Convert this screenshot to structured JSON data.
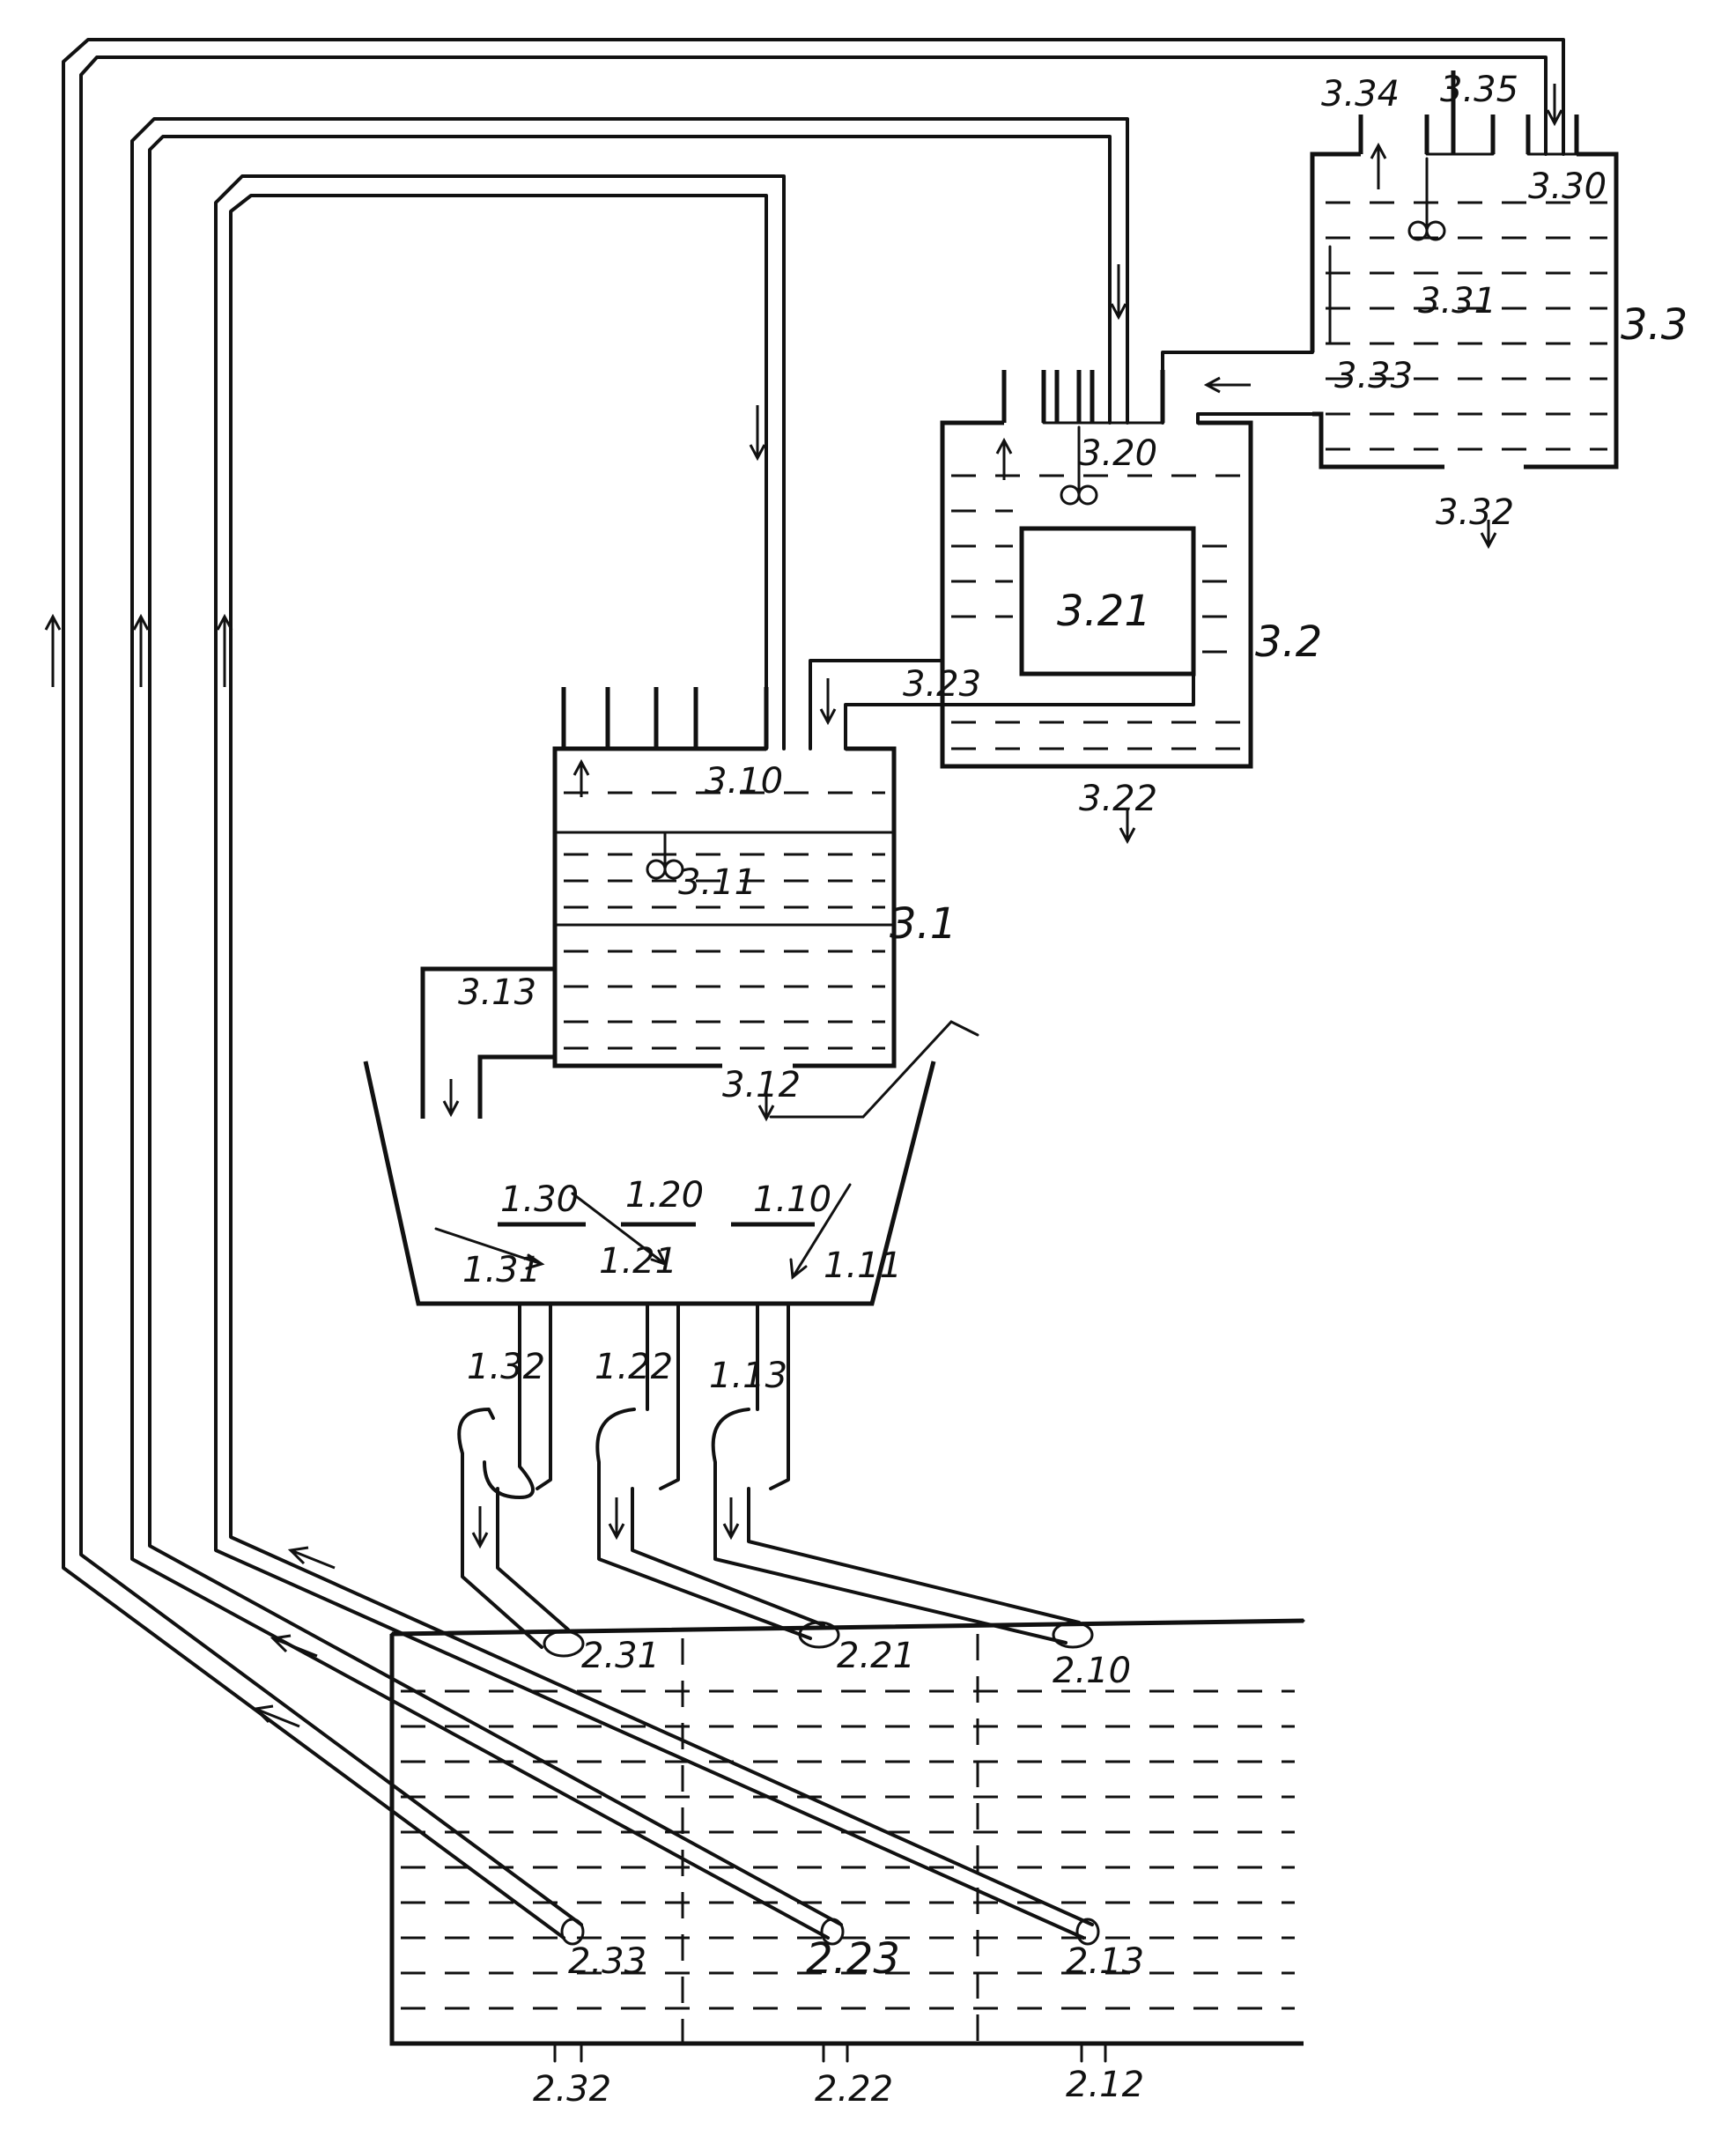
{
  "labels": {
    "l334": "3.34",
    "l335": "3.35",
    "l330": "3.30",
    "l331": "3.31",
    "l33": "3.3",
    "l333": "3.33",
    "l332": "3.32",
    "l320": "3.20",
    "l321": "3.21",
    "l32": "3.2",
    "l323": "3.23",
    "l322": "3.22",
    "l310": "3.10",
    "l311": "3.11",
    "l31": "3.1",
    "l313": "3.13",
    "l312": "3.12",
    "l130": "1.30",
    "l120": "1.20",
    "l110": "1.10",
    "l131": "1.31",
    "l121": "1.21",
    "l111": "1.11",
    "l132": "1.32",
    "l122": "1.22",
    "l113": "1.13",
    "l231": "2.31",
    "l221": "2.21",
    "l210": "2.10",
    "l233": "2.33",
    "l223": "2.23",
    "l213": "2.13",
    "l232": "2.32",
    "l222": "2.22",
    "l212": "2.12"
  }
}
